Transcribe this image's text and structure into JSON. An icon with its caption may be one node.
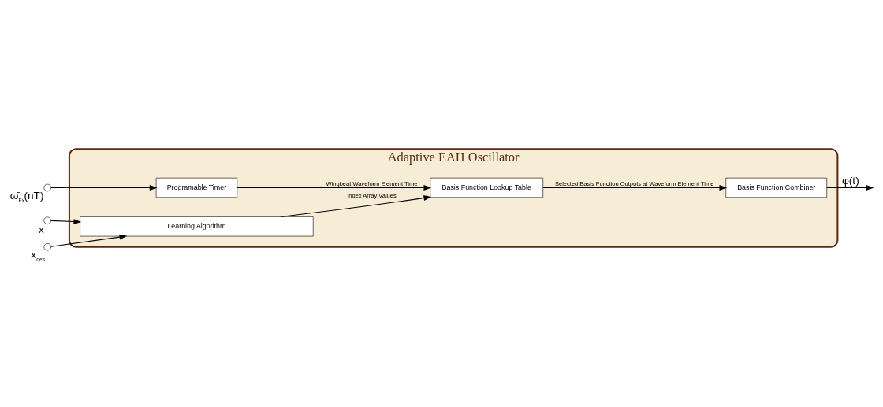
{
  "diagram": {
    "nodes": [
      {
        "text": [
          "Adaptive EAH Oscillator"
        ]
      },
      {
        "text": [
          "Programable Timer"
        ],
        "in": 0
      },
      {
        "text": [
          "Basis Function Lookup Table"
        ],
        "in": 0
      },
      {
        "text": [
          "Basis Function Combiner"
        ],
        "in": 0
      },
      {
        "text": [
          "Learning Algorithm"
        ],
        "in": 0
      },
      {
        "text": [],
        "shape": "circle",
        "beside": [
          "ω̄$_{Fx}$(nT)"
        ]
      },
      {
        "text": [],
        "shape": "circle",
        "beside": [
          "x"
        ]
      },
      {
        "text": [],
        "shape": "circle",
        "beside": [
          "x$_{des}$"
        ]
      }
    ],
    "edges": [
      {
        "from": 5,
        "to": 1,
        "arrow": "to"
      },
      {
        "from": 1,
        "to": 2,
        "arrow": "to",
        "label": "Wingbeat Waveform Element Time"
      },
      {
        "from": 2,
        "to": 3,
        "arrow": "to",
        "label": "Selected Basis Function Outputs at Waveform Element Time"
      },
      {
        "from": 3,
        "to": null,
        "arrow": "to",
        "label": "φ(t)"
      },
      {
        "from": 4,
        "to": 2,
        "arrow": "to",
        "label": "Index Array Values"
      },
      {
        "from": 6,
        "to": 4,
        "arrow": "to"
      },
      {
        "from": 7,
        "to": 4,
        "arrow": "to"
      }
    ]
  }
}
